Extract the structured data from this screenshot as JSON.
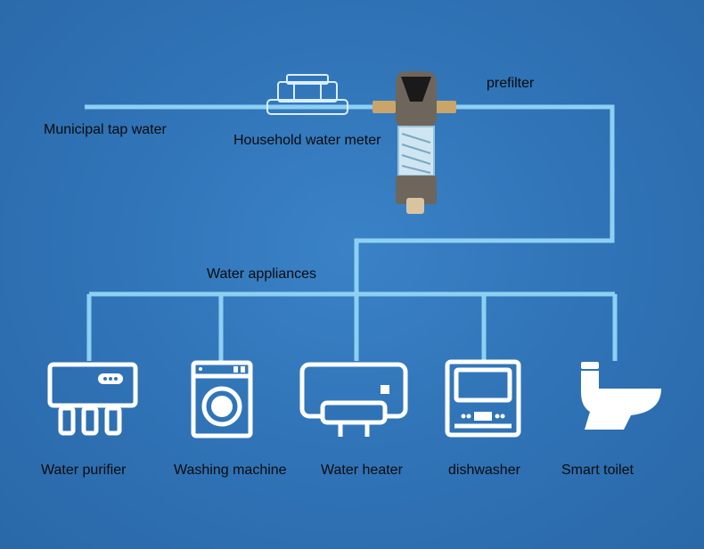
{
  "diagram": {
    "source_label": "Municipal tap water",
    "meter_label": "Household water meter",
    "prefilter_label": "prefilter",
    "appliances_label": "Water appliances",
    "appliances": [
      {
        "label": "Water purifier",
        "icon": "water-purifier-icon"
      },
      {
        "label": "Washing machine",
        "icon": "washing-machine-icon"
      },
      {
        "label": "Water heater",
        "icon": "water-heater-icon"
      },
      {
        "label": "dishwasher",
        "icon": "dishwasher-icon"
      },
      {
        "label": "Smart toilet",
        "icon": "toilet-icon"
      }
    ]
  },
  "colors": {
    "background": "#2f73b6",
    "pipe": "#8ed0f3",
    "icon": "#ffffff",
    "text": "#0b0b0b"
  }
}
